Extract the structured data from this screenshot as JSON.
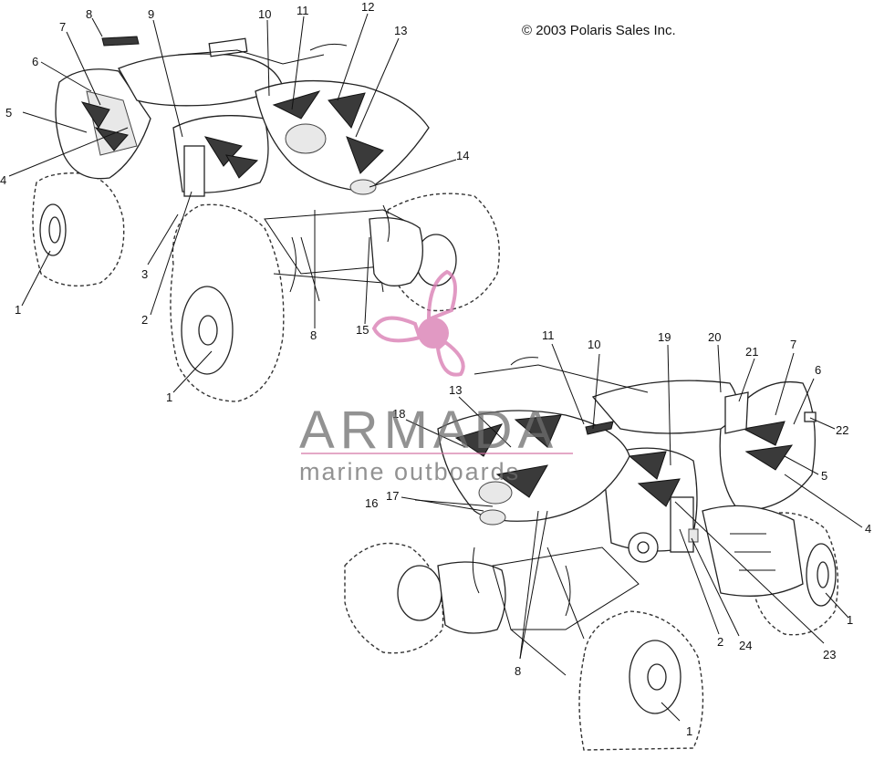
{
  "copyright": "© 2003 Polaris Sales Inc.",
  "watermark": {
    "title": "ARMADA",
    "subtitle": "marine outboards"
  },
  "callouts_left": [
    "1",
    "1",
    "2",
    "3",
    "4",
    "5",
    "6",
    "7",
    "8",
    "8",
    "9",
    "10",
    "11",
    "12",
    "13",
    "14",
    "15"
  ],
  "callouts_right": [
    "1",
    "1",
    "2",
    "4",
    "5",
    "6",
    "7",
    "8",
    "10",
    "11",
    "13",
    "16",
    "17",
    "18",
    "19",
    "20",
    "21",
    "22",
    "23",
    "24"
  ],
  "colors": {
    "line": "#111111",
    "watermark_logo": "#d878b0",
    "watermark_text": "#6e6e6e"
  }
}
